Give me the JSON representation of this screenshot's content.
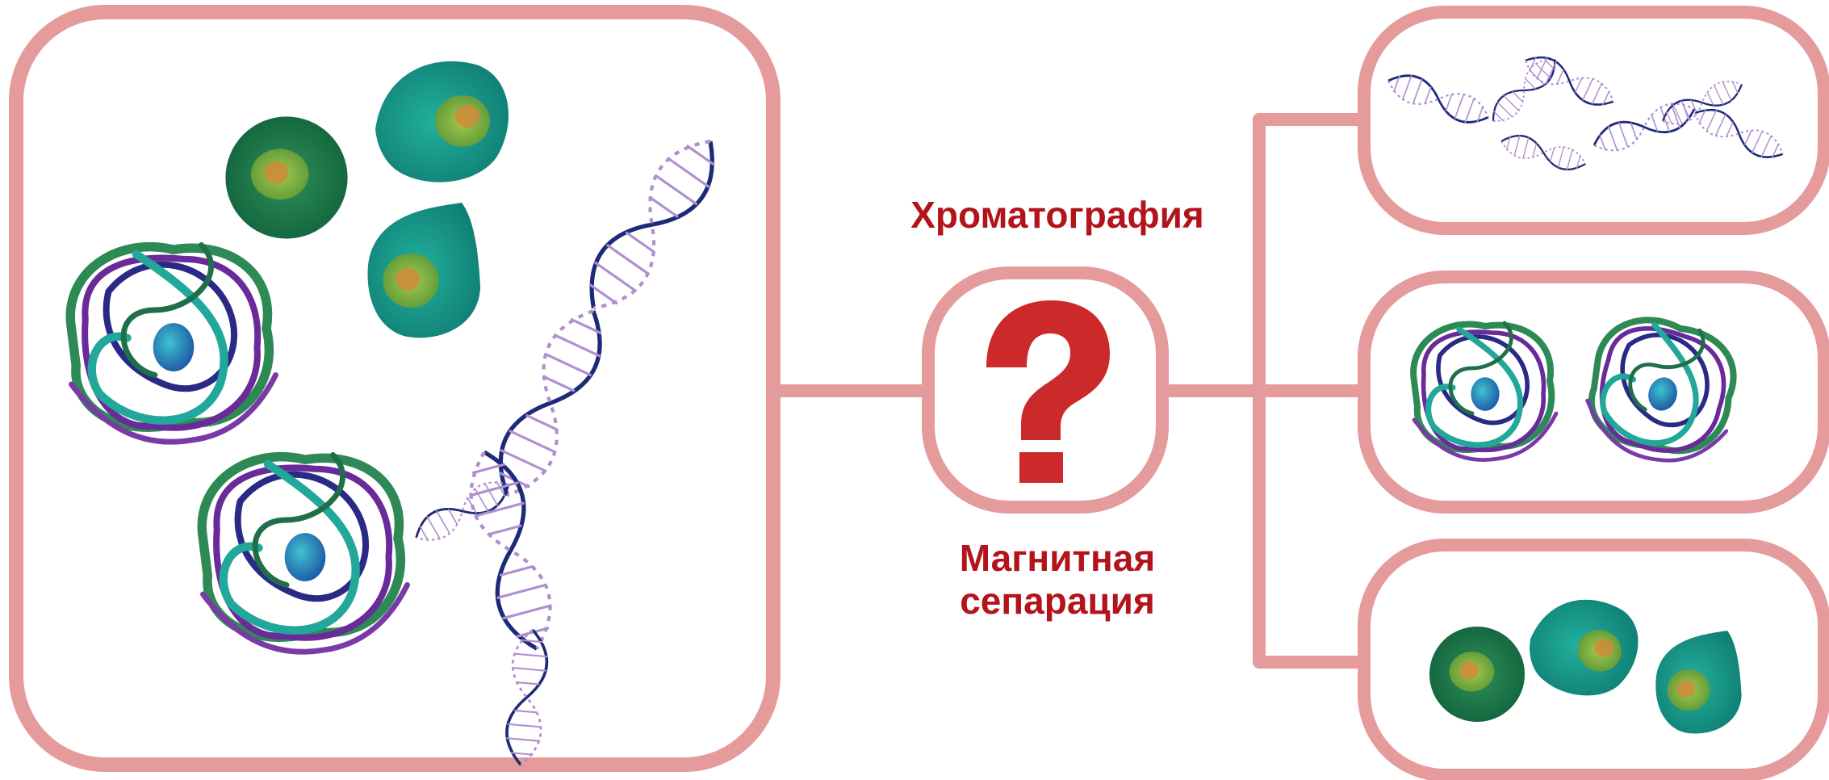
{
  "methods": {
    "top_label": "Хроматография",
    "bottom_label_line1": "Магнитная",
    "bottom_label_line2": "сепарация",
    "center_symbol": "?"
  },
  "colors": {
    "frame": "#e59b9b",
    "label": "#b3141c",
    "question_mark": "#cc2a2a",
    "cell_dark": "#1e7a4a",
    "cell_teal": "#1aa392",
    "nucleus": "#8fb640",
    "nucleolus": "#d08a3a",
    "dna_backbone": "#1d2a78",
    "dna_rungs": "#b08fd0",
    "protein_green": "#2e8a55",
    "protein_purple": "#6a2a9a",
    "protein_navy": "#2a2a86",
    "protein_teal": "#22a89a"
  },
  "icons": [
    "cell-icon",
    "dna-icon",
    "protein-icon",
    "question-mark-icon"
  ]
}
